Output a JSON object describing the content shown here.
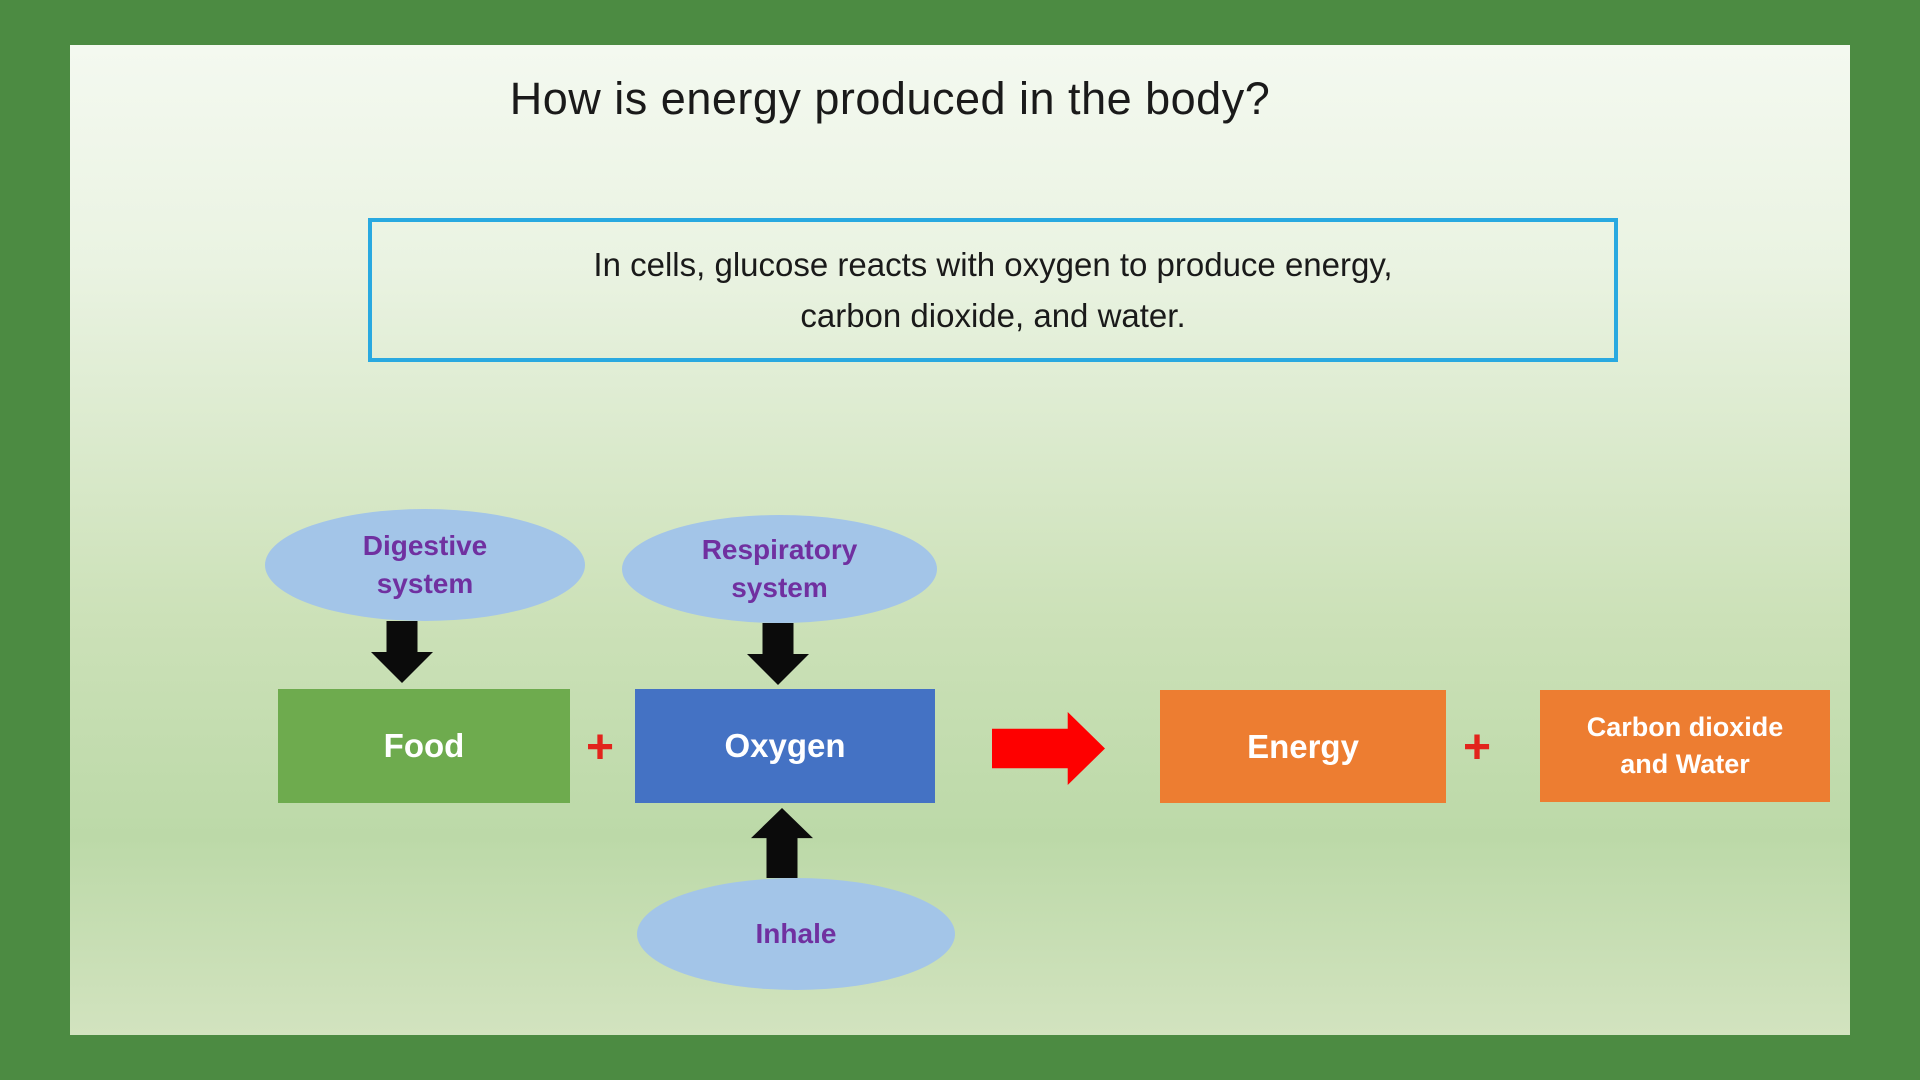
{
  "slide": {
    "title": "How is energy produced in the body?",
    "definition": {
      "line1": "In cells, glucose reacts with oxygen to produce energy,",
      "line2": "carbon dioxide, and water."
    }
  },
  "diagram": {
    "sources": [
      {
        "id": "digestive-system",
        "line1": "Digestive",
        "line2": "system"
      },
      {
        "id": "respiratory-system",
        "line1": "Respiratory",
        "line2": "system"
      }
    ],
    "inhale_label": "Inhale",
    "plus": "+",
    "boxes": {
      "food": "Food",
      "oxygen": "Oxygen",
      "energy": "Energy",
      "co2_line1": "Carbon dioxide",
      "co2_line2": "and Water"
    }
  },
  "colors": {
    "frame_green": "#4C8B42",
    "canvas_gradient_top": "#F4F9F0",
    "canvas_gradient_bottom": "#BCD9A8",
    "food_green": "#6EAB4E",
    "oxygen_blue": "#4472C4",
    "energy_orange": "#ED7D31",
    "ellipse_blue": "#A3C5E8",
    "label_purple": "#7030A0",
    "arrow_red": "#FE0000",
    "plus_red": "#E2241C",
    "arrow_black": "#0B0B0B",
    "definition_border_blue": "#29A9E0"
  }
}
